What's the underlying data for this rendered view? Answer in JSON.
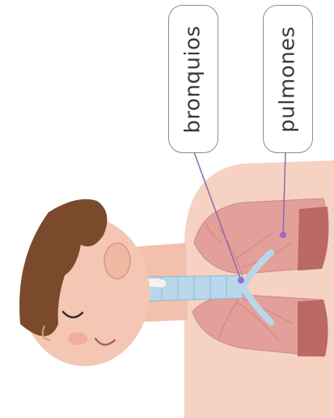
{
  "labels": {
    "bronquios": "bronquios",
    "pulmones": "pulmones"
  },
  "colors": {
    "skin": "#f4c6b4",
    "skin_shadow": "#e9ab95",
    "hair": "#7b4a2c",
    "lung": "#e3a09a",
    "lung_dark": "#b45f5c",
    "trachea": "#b9d7ea",
    "leader_line": "#8a6ab0",
    "box_border": "#8d8d8d"
  },
  "icons": [
    "boy-head",
    "lungs",
    "trachea",
    "bronchi"
  ]
}
